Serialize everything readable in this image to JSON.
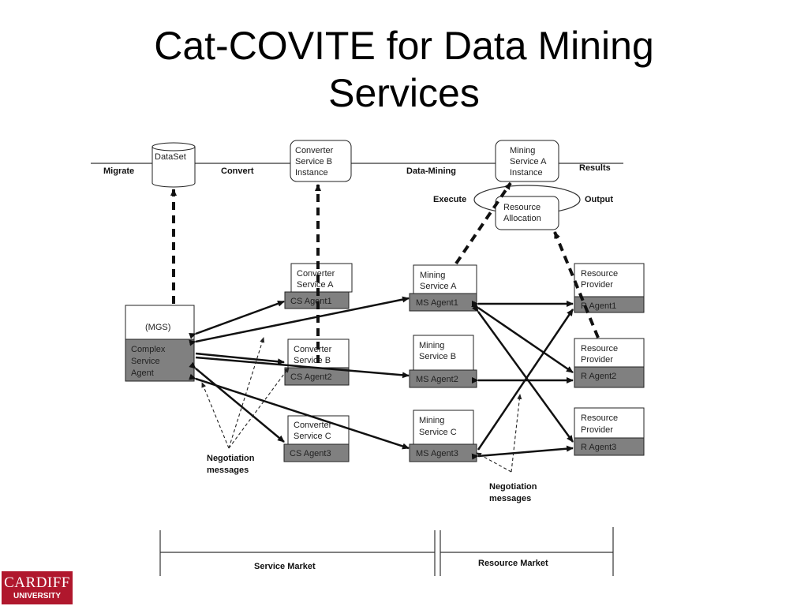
{
  "slide": {
    "title_line1": "Cat-COVITE for Data Mining",
    "title_line2": "Services"
  },
  "flow": {
    "migrate": "Migrate",
    "convert": "Convert",
    "data_mining": "Data-Mining",
    "results": "Results",
    "execute": "Execute",
    "output": "Output"
  },
  "top": {
    "dataset": "DataSet",
    "converter_b_instance": [
      "Converter",
      "Service B",
      "Instance"
    ],
    "mining_a_instance": [
      "Mining",
      "Service A",
      "Instance"
    ],
    "resource_allocation": [
      "Resource",
      "Allocation"
    ]
  },
  "mgs": {
    "label": "(MGS)",
    "agent": [
      "Complex",
      "Service",
      "Agent"
    ]
  },
  "converters": [
    {
      "service": [
        "Converter",
        "Service A"
      ],
      "agent": "CS Agent1"
    },
    {
      "service": [
        "Converter",
        "Service B"
      ],
      "agent": "CS Agent2"
    },
    {
      "service": [
        "Converter",
        "Service C"
      ],
      "agent": "CS Agent3"
    }
  ],
  "mining": [
    {
      "service": [
        "Mining",
        "Service A"
      ],
      "agent": "MS Agent1"
    },
    {
      "service": [
        "Mining",
        "Service B"
      ],
      "agent": "MS Agent2"
    },
    {
      "service": [
        "Mining",
        "Service C"
      ],
      "agent": "MS Agent3"
    }
  ],
  "resources": [
    {
      "service": [
        "Resource",
        "Provider"
      ],
      "agent": "R Agent1"
    },
    {
      "service": [
        "Resource",
        "Provider"
      ],
      "agent": "R Agent2"
    },
    {
      "service": [
        "Resource",
        "Provider"
      ],
      "agent": "R Agent3"
    }
  ],
  "negotiation": [
    "Negotiation",
    "messages"
  ],
  "markets": {
    "service": "Service Market",
    "resource": "Resource Market"
  },
  "logo": {
    "line1": "CARDIFF",
    "line2": "UNIVERSITY",
    "color": "#b0172d"
  }
}
